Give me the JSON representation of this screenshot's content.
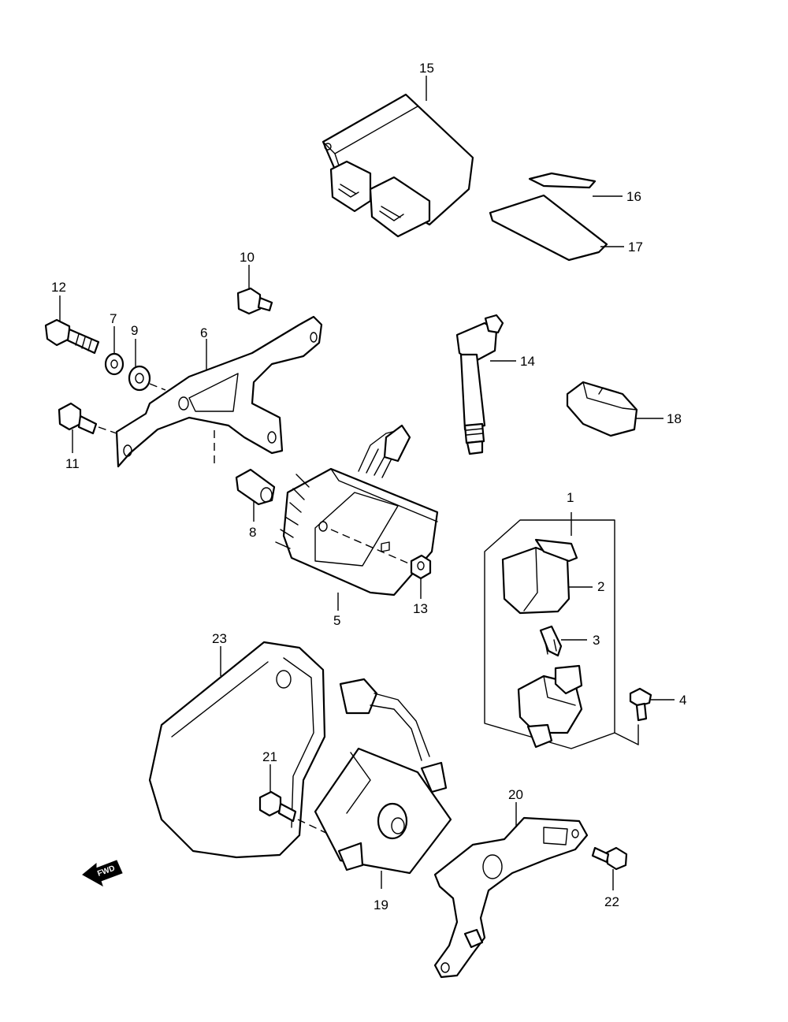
{
  "callouts": [
    "1",
    "2",
    "3",
    "4",
    "5",
    "6",
    "7",
    "8",
    "9",
    "10",
    "11",
    "12",
    "13",
    "14",
    "15",
    "16",
    "17",
    "18",
    "19",
    "20",
    "21",
    "22",
    "23"
  ],
  "direction_arrow": {
    "label": "FWD",
    "icon": "forward-arrow-icon"
  },
  "colors": {
    "line": "#000000",
    "background": "#ffffff"
  }
}
